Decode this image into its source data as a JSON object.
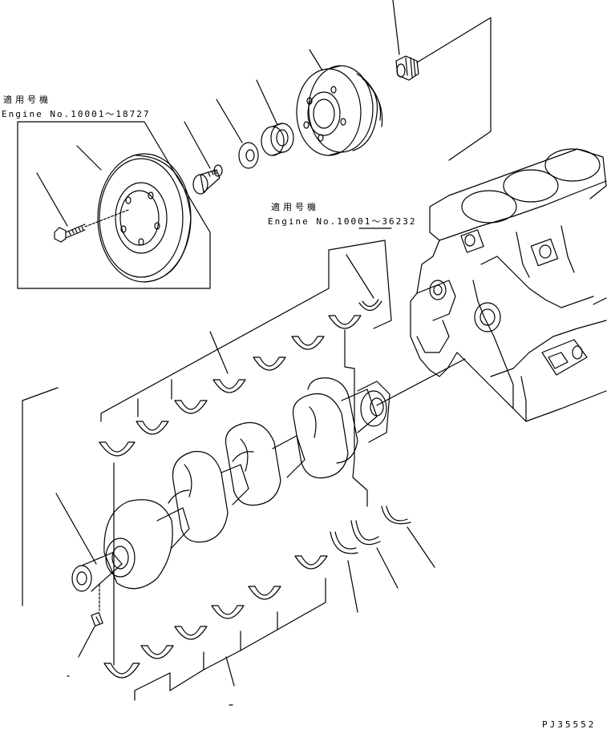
{
  "callouts": [
    {
      "heading": "適用号機",
      "engine_range": "Engine No.10001～18727"
    },
    {
      "heading": "適用号機",
      "engine_range": "Engine No.10001～36232"
    }
  ],
  "drawing_number": "PJ35552",
  "line_color": "#000000",
  "background_color": "#ffffff",
  "parts_depicted": [
    "cylinder-block",
    "crankshaft",
    "upper-main-bearing-shells",
    "lower-main-bearing-shells",
    "thrust-washers",
    "crankshaft-pulley",
    "damper-pulley",
    "spacer-collar",
    "washer",
    "pulley-bolt",
    "damper-mounting-bolt",
    "nut",
    "dowel-pin"
  ]
}
